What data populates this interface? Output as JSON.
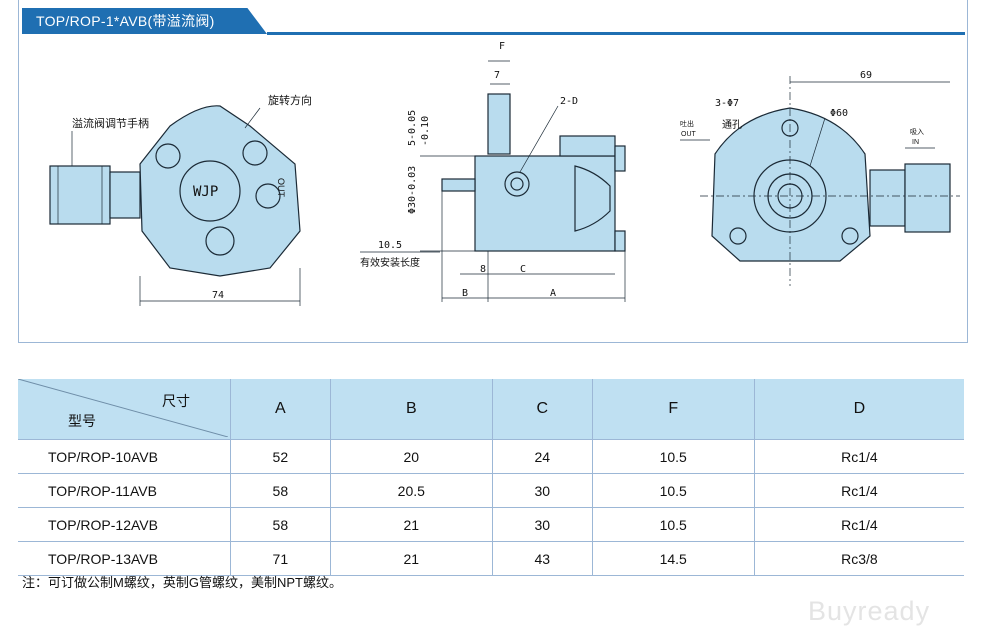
{
  "header": {
    "title": "TOP/ROP-1*AVB(带溢流阀)"
  },
  "drawings": {
    "left": {
      "brand": "WJP",
      "port": "OUT",
      "label_relief": "溢流阀调节手柄",
      "label_rotation": "旋转方向",
      "dim_width": "74"
    },
    "middle": {
      "dim_f": "F",
      "dim_7": "7",
      "dim_2d": "2-D",
      "dim_5": "5-0.05",
      "dim_5b": "-0.10",
      "dim_phi30": "Φ30-0.03",
      "dim_10_5": "10.5",
      "label_install": "有效安装长度",
      "dim_8": "8",
      "dim_c": "C",
      "dim_b": "B",
      "dim_a": "A"
    },
    "right": {
      "dim_69": "69",
      "dim_3phi7": "3-Φ7",
      "label_through": "通孔",
      "dim_phi60": "Φ60",
      "label_out_cn": "吐出",
      "label_out": "OUT",
      "label_in_cn": "吸入",
      "label_in": "IN"
    }
  },
  "table": {
    "header_size": "尺寸",
    "header_model": "型号",
    "columns": [
      "A",
      "B",
      "C",
      "F",
      "D"
    ],
    "rows": [
      {
        "model": "TOP/ROP-10AVB",
        "values": [
          "52",
          "20",
          "24",
          "10.5",
          "Rc1/4"
        ]
      },
      {
        "model": "TOP/ROP-11AVB",
        "values": [
          "58",
          "20.5",
          "30",
          "10.5",
          "Rc1/4"
        ]
      },
      {
        "model": "TOP/ROP-12AVB",
        "values": [
          "58",
          "21",
          "30",
          "10.5",
          "Rc1/4"
        ]
      },
      {
        "model": "TOP/ROP-13AVB",
        "values": [
          "71",
          "21",
          "43",
          "14.5",
          "Rc3/8"
        ]
      }
    ]
  },
  "note": "注：可订做公制M螺纹，英制G管螺纹，美制NPT螺纹。",
  "watermark": "Buyready",
  "colors": {
    "accent": "#1f6fb2",
    "table_header": "#bfe0f2",
    "body": "#b9dcee"
  }
}
